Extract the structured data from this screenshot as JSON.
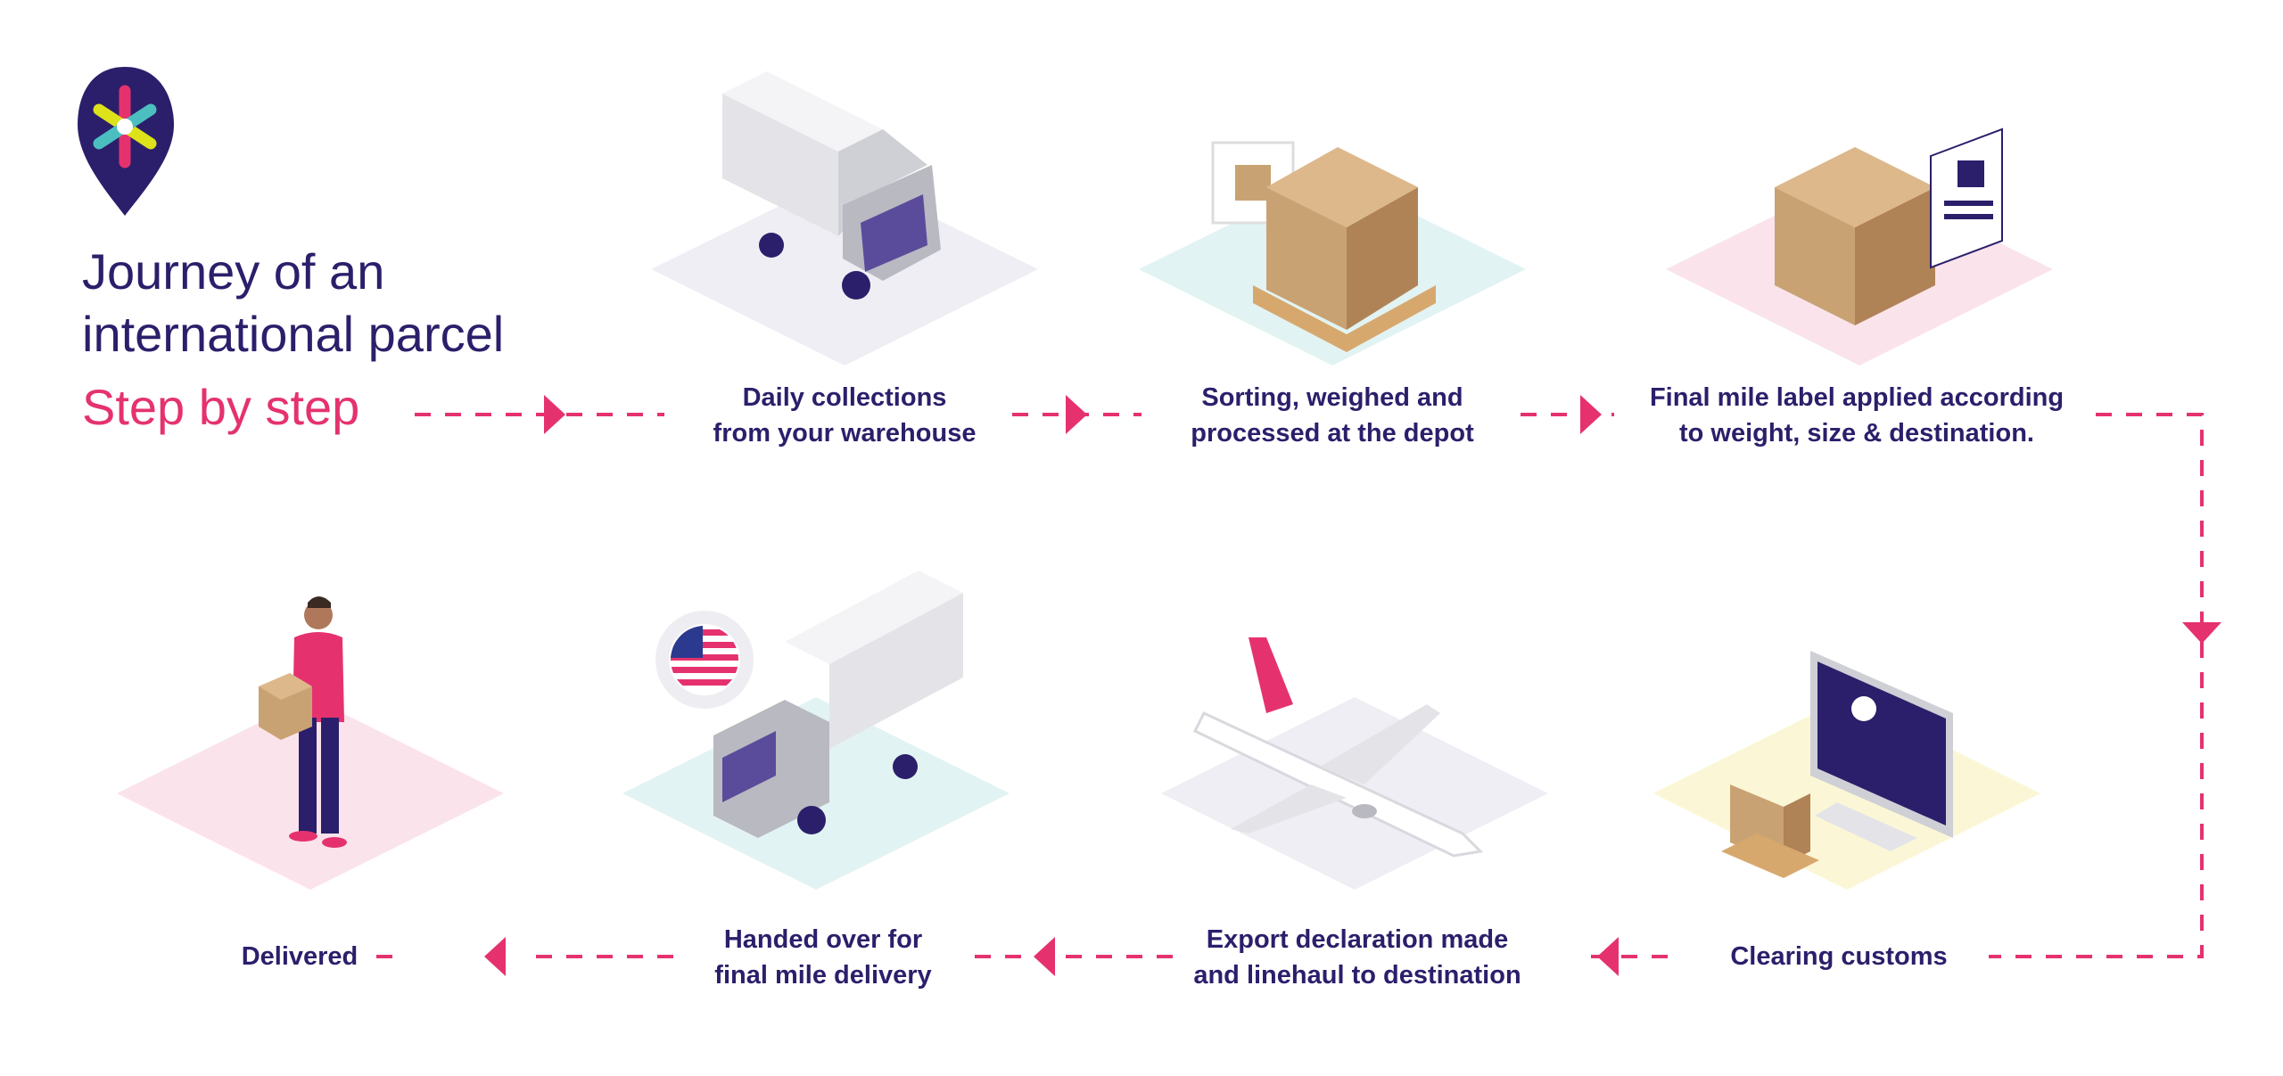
{
  "logo": {
    "name": "logo-pin"
  },
  "header": {
    "title_line1": "Journey of an",
    "title_line2": "international parcel",
    "subtitle": "Step by step"
  },
  "steps": [
    {
      "label_line1": "Daily collections",
      "label_line2": "from your warehouse"
    },
    {
      "label_line1": "Sorting, weighed and",
      "label_line2": "processed at the depot"
    },
    {
      "label_line1": "Final mile label applied according",
      "label_line2": "to weight, size & destination."
    },
    {
      "label_line1": "Clearing customs",
      "label_line2": ""
    },
    {
      "label_line1": "Export declaration made",
      "label_line2": "and linehaul to destination"
    },
    {
      "label_line1": "Handed over for",
      "label_line2": "final mile delivery"
    },
    {
      "label_line1": "Delivered",
      "label_line2": ""
    }
  ],
  "colors": {
    "navy": "#2b1f6b",
    "pink": "#e5326f",
    "teal": "#4bbfc0",
    "yellow": "#dde21a"
  }
}
